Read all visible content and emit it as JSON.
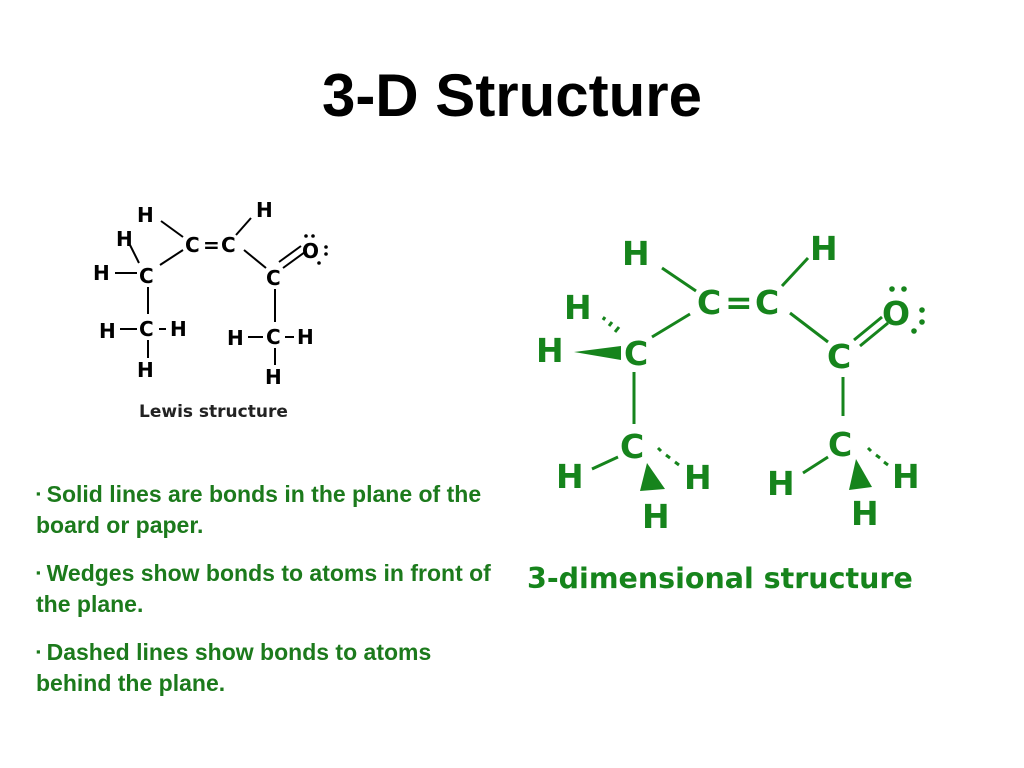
{
  "slide": {
    "title": "3-D Structure",
    "accent_color": "#16841c"
  },
  "lewis": {
    "caption": "Lewis structure",
    "atom_h": "H",
    "atom_c": "C",
    "atom_o": "O",
    "double_bond": "="
  },
  "three_d": {
    "caption": "3-dimensional structure",
    "atom_h": "H",
    "atom_c": "C",
    "atom_o": "O",
    "double_bond": "="
  },
  "bullets": [
    {
      "marker": "▪",
      "text": "Solid lines are bonds in the plane of the board or paper."
    },
    {
      "marker": "▪",
      "text": "Wedges show bonds to atoms in front of the plane."
    },
    {
      "marker": "▪",
      "text": "Dashed lines show bonds to atoms behind the plane."
    }
  ]
}
